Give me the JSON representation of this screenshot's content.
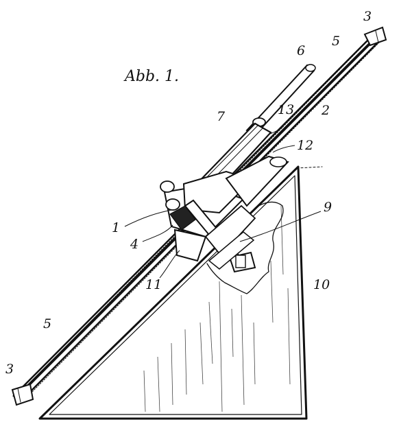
{
  "figure": {
    "caption": "Abb. 1.",
    "labels": {
      "l1": "1",
      "l2": "2",
      "l3_top": "3",
      "l3_bottom": "3",
      "l4": "4",
      "l5_top": "5",
      "l5_bottom": "5",
      "l6": "6",
      "l7": "7",
      "l9": "9",
      "l10": "10",
      "l11": "11",
      "l12": "12",
      "l13": "13"
    }
  }
}
